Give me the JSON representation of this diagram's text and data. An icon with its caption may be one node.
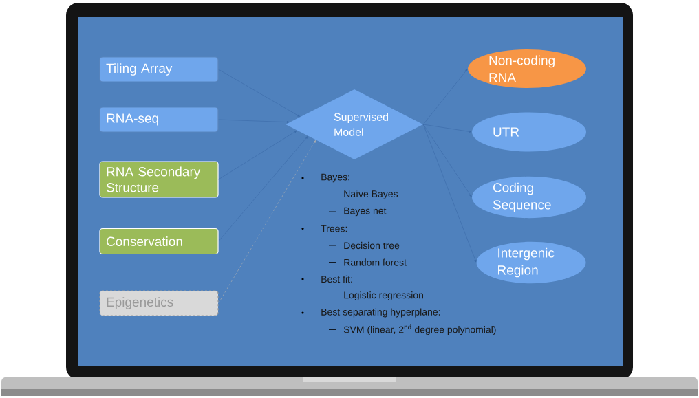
{
  "diagram": {
    "nodes": [
      {
        "text": [
          "Tiling Array"
        ]
      },
      {
        "text": [
          "RNA-seq"
        ]
      },
      {
        "text": [
          "RNA Secondary Structure"
        ]
      },
      {
        "text": [
          "Conservation"
        ]
      },
      {
        "text": [
          "Epigenetics"
        ]
      },
      {
        "text": [
          "Supervised Model"
        ]
      },
      {
        "text": [
          "Non-coding RNA"
        ]
      },
      {
        "text": [
          "UTR"
        ]
      },
      {
        "text": [
          "Coding Sequence"
        ]
      },
      {
        "text": [
          "Intergenic Region"
        ]
      }
    ],
    "edges": [
      {
        "from": 0,
        "to": 5,
        "arrow": "to"
      },
      {
        "from": 1,
        "to": 5,
        "arrow": "to"
      },
      {
        "from": 2,
        "to": 5,
        "arrow": "to"
      },
      {
        "from": 3,
        "to": 5,
        "arrow": "to"
      },
      {
        "from": 4,
        "to": 5,
        "arrow": "to",
        "style": "dashed",
        "color": "#b2b2b2"
      },
      {
        "from": 5,
        "to": 6,
        "arrow": "to"
      },
      {
        "from": 5,
        "to": 7,
        "arrow": "to"
      },
      {
        "from": 5,
        "to": 8,
        "arrow": "to"
      },
      {
        "from": 5,
        "to": 9,
        "arrow": "to"
      }
    ],
    "labels": [
      "Bayes:",
      "Naïve Bayes",
      "Bayes net",
      "Trees:",
      "Decision tree",
      "Random forest",
      "Best fit:",
      "Logistic regression",
      "Best separating hyperplane:",
      "SVM (linear, 2$^{nd}$ degree polynomial)"
    ]
  }
}
